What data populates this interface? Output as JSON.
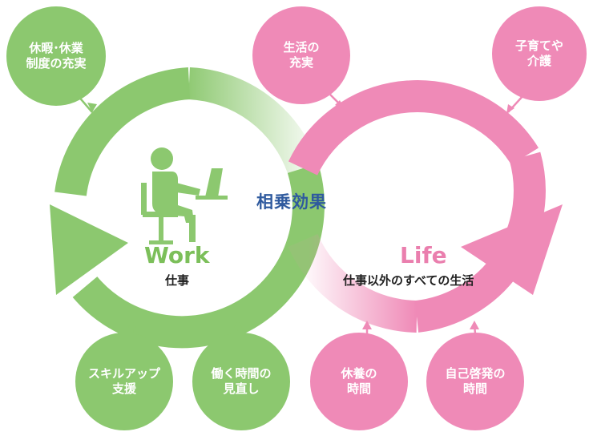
{
  "center_label": "相乗効果",
  "work": {
    "title": "Work",
    "subtitle": "仕事"
  },
  "life": {
    "title": "Life",
    "subtitle": "仕事以外のすべての生活"
  },
  "bubbles": {
    "top_left": "休暇･休業\n制度の充実",
    "top_center": "生活の\n充実",
    "top_right": "子育てや\n介護",
    "bottom_1": "スキルアップ\n支援",
    "bottom_2": "働く時間の\n見直し",
    "bottom_3": "休養の\n時間",
    "bottom_4": "自己啓発の\n時間"
  },
  "icons": {
    "work": "person-at-laptop-icon",
    "life": "family-icon"
  },
  "colors": {
    "green": "#8cc86f",
    "pink": "#ef8ab7",
    "green_text": "#7cbf5a",
    "pink_text": "#ea7fae",
    "center_text": "#2f5a9e"
  }
}
